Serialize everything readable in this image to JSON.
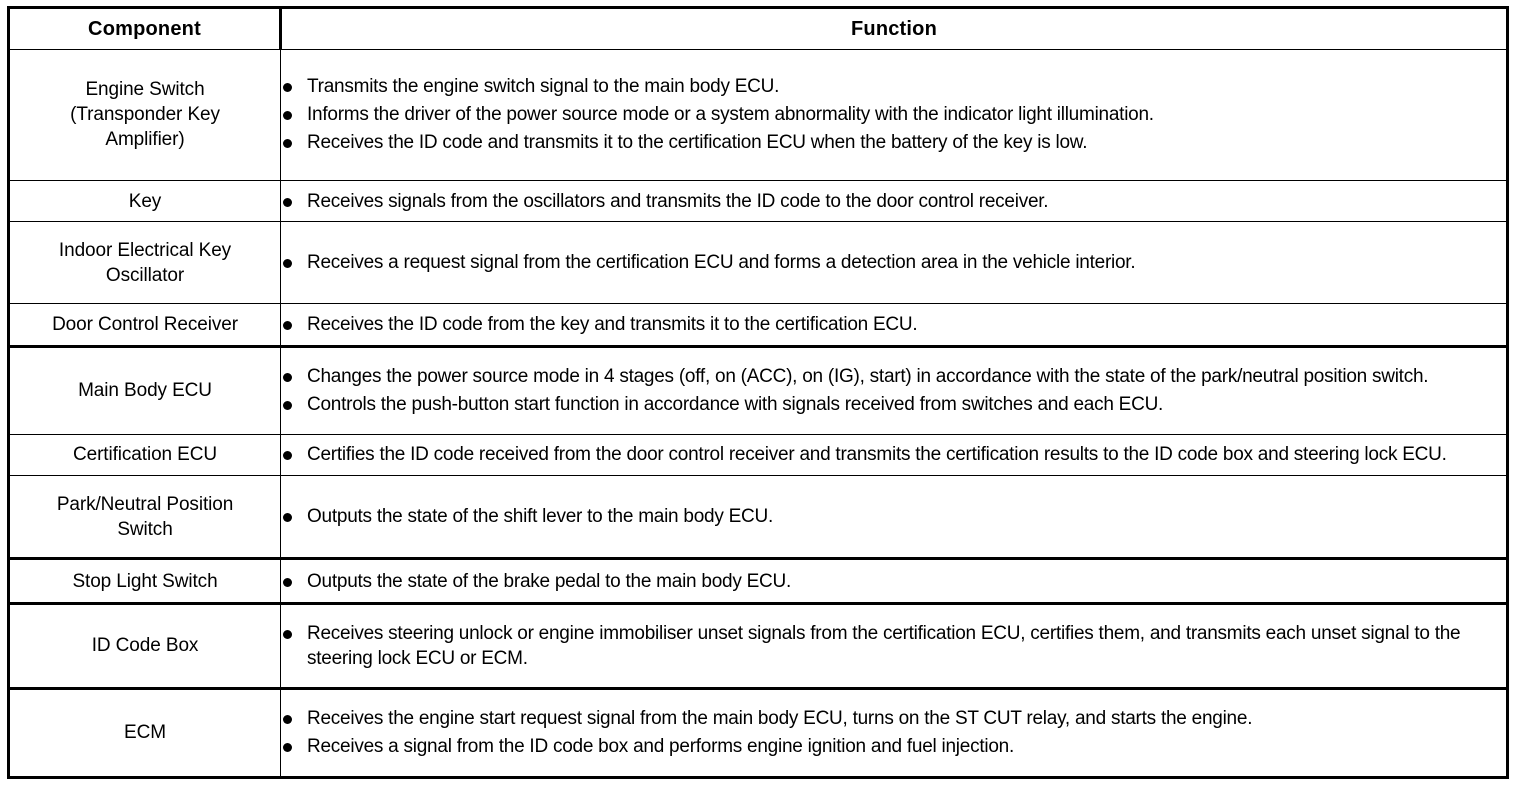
{
  "table": {
    "headers": {
      "component": "Component",
      "function": "Function"
    },
    "rows": [
      {
        "component_lines": [
          "Engine Switch",
          "(Transponder Key",
          "Amplifier)"
        ],
        "functions": [
          "Transmits the engine switch signal to the main body ECU.",
          "Informs the driver of the power source mode or a system abnormality with the indicator light illumination.",
          "Receives the ID code and transmits it to the certification ECU when the battery of the key is low."
        ]
      },
      {
        "component_lines": [
          "Key"
        ],
        "functions": [
          "Receives signals from the oscillators and transmits the ID code to the door control receiver."
        ]
      },
      {
        "component_lines": [
          "Indoor Electrical Key",
          "Oscillator"
        ],
        "functions": [
          "Receives a request signal from the certification ECU and forms a detection area in the vehicle interior."
        ]
      },
      {
        "component_lines": [
          "Door Control Receiver"
        ],
        "functions": [
          "Receives the ID code from the key and transmits it to the certification ECU."
        ]
      },
      {
        "component_lines": [
          "Main Body ECU"
        ],
        "functions": [
          "Changes the power source mode in 4 stages (off, on (ACC), on (IG), start) in accordance with the state of the park/neutral position switch.",
          "Controls the push-button start function in accordance with signals received from switches and each ECU."
        ]
      },
      {
        "component_lines": [
          "Certification ECU"
        ],
        "functions": [
          "Certifies the ID code received from the door control receiver and transmits the certification results to the ID code box and steering lock ECU."
        ]
      },
      {
        "component_lines": [
          "Park/Neutral Position",
          "Switch"
        ],
        "functions": [
          "Outputs the state of the shift lever to the main body ECU."
        ]
      },
      {
        "component_lines": [
          "Stop Light Switch"
        ],
        "functions": [
          "Outputs the state of the brake pedal to the main body ECU."
        ]
      },
      {
        "component_lines": [
          "ID Code Box"
        ],
        "functions": [
          "Receives steering unlock or engine immobiliser unset signals from the certification ECU, certifies them, and transmits each unset signal to the steering lock ECU or ECM."
        ]
      },
      {
        "component_lines": [
          "ECM"
        ],
        "functions": [
          "Receives the engine start request signal from the main body ECU, turns on the ST CUT relay, and starts the engine.",
          "Receives a signal from the ID code box and performs engine ignition and fuel injection."
        ]
      }
    ]
  },
  "style": {
    "text_color": "#000000",
    "background_color": "#ffffff",
    "border_color": "#000000"
  }
}
